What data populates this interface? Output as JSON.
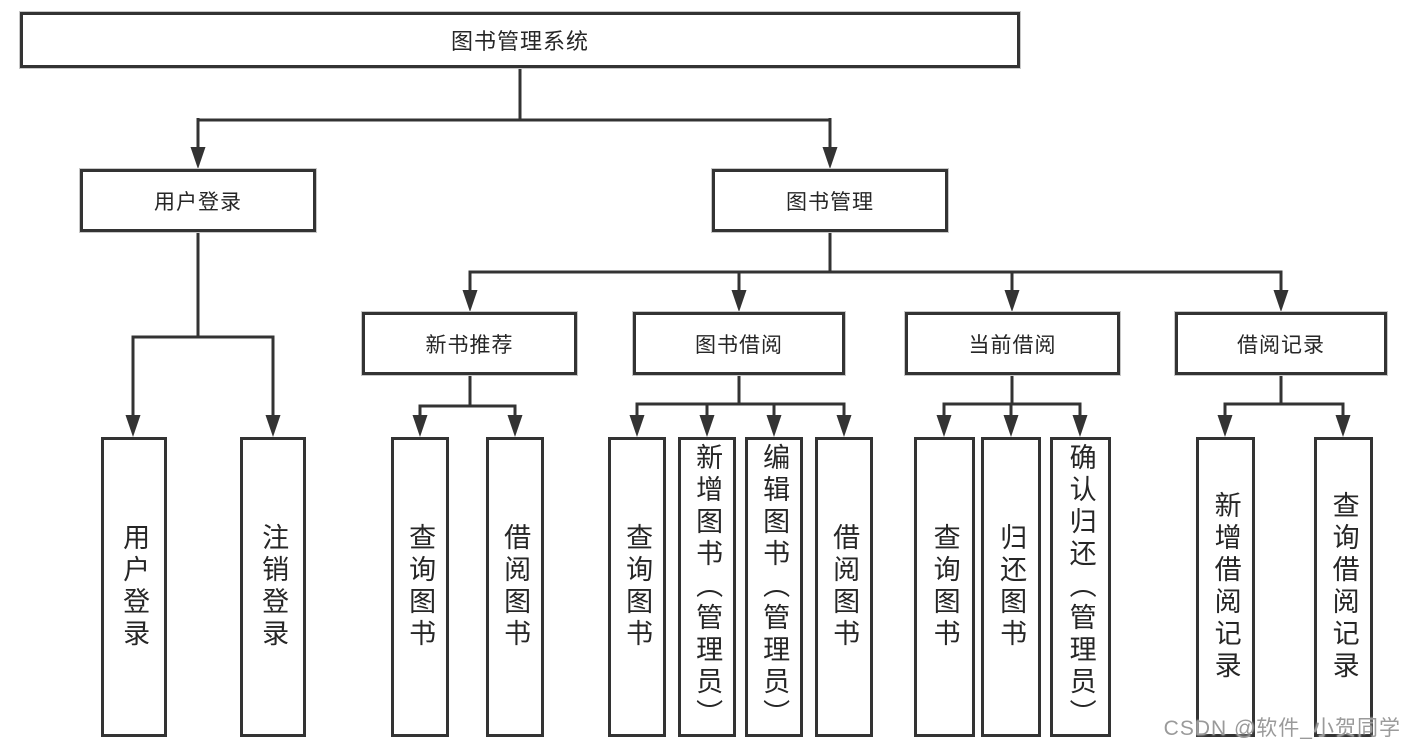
{
  "diagram": {
    "title": "图书管理系统",
    "type": "tree",
    "nodes": {
      "root": {
        "label": "图书管理系统"
      },
      "user_login": {
        "label": "用户登录"
      },
      "book_mgmt": {
        "label": "图书管理"
      },
      "new_book_rec": {
        "label": "新书推荐"
      },
      "book_borrow": {
        "label": "图书借阅"
      },
      "current_borrow": {
        "label": "当前借阅"
      },
      "borrow_records": {
        "label": "借阅记录"
      },
      "ul_login": {
        "label": "用户登录"
      },
      "ul_logout": {
        "label": "注销登录"
      },
      "nb_query": {
        "label": "查询图书"
      },
      "nb_borrow": {
        "label": "借阅图书"
      },
      "bb_query": {
        "label": "查询图书"
      },
      "bb_add": {
        "label": "新增图书（管理员）"
      },
      "bb_edit": {
        "label": "编辑图书（管理员）"
      },
      "bb_borrow": {
        "label": "借阅图书"
      },
      "cb_query": {
        "label": "查询图书"
      },
      "cb_return": {
        "label": "归还图书"
      },
      "cb_confirm": {
        "label": "确认归还（管理员）"
      },
      "br_add": {
        "label": "新增借阅记录"
      },
      "br_query": {
        "label": "查询借阅记录"
      }
    },
    "tree": {
      "root": {
        "user_login": [
          "ul_login",
          "ul_logout"
        ],
        "book_mgmt": {
          "new_book_rec": [
            "nb_query",
            "nb_borrow"
          ],
          "book_borrow": [
            "bb_query",
            "bb_add",
            "bb_edit",
            "bb_borrow"
          ],
          "current_borrow": [
            "cb_query",
            "cb_return",
            "cb_confirm"
          ],
          "borrow_records": [
            "br_add",
            "br_query"
          ]
        }
      }
    }
  },
  "colors": {
    "line": "#333333",
    "box_border": "#333333",
    "box_fill": "#ffffff",
    "text": "#262626",
    "background": "#ffffff",
    "watermark": "#9a9a9a"
  },
  "watermark": {
    "text": "CSDN @软件_小贺同学"
  }
}
